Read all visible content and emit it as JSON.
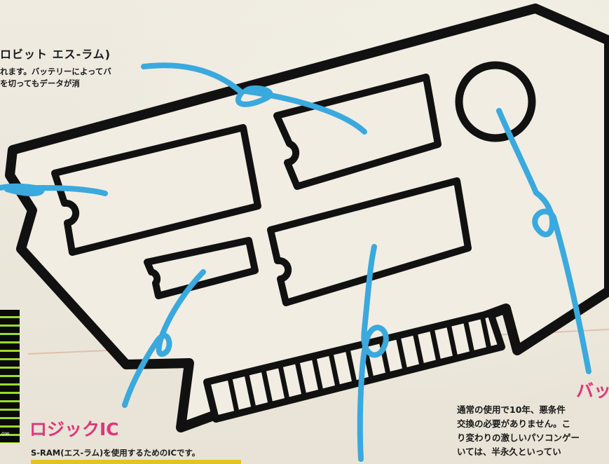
{
  "sram": {
    "title": "ロビット エス-ラム)",
    "lines": [
      "れます。バッテリーによってバ",
      "を切ってもデータが消"
    ]
  },
  "logic_ic": {
    "title": "ロジックIC",
    "caption": "S-RAM(エス-ラム)を使用するためのICです。"
  },
  "battery": {
    "title": "バッ",
    "lines": [
      "通常の使用で10年、悪条件",
      "交換の必要がありません。こ",
      "り変わりの激しいパソコンゲー",
      "いては、半永久といってい"
    ]
  },
  "thumbnail": {
    "glyph": "ow"
  },
  "colors": {
    "heading_accent": "#e0357a",
    "pointer_line": "#3aa9dd",
    "outline": "#111111"
  }
}
